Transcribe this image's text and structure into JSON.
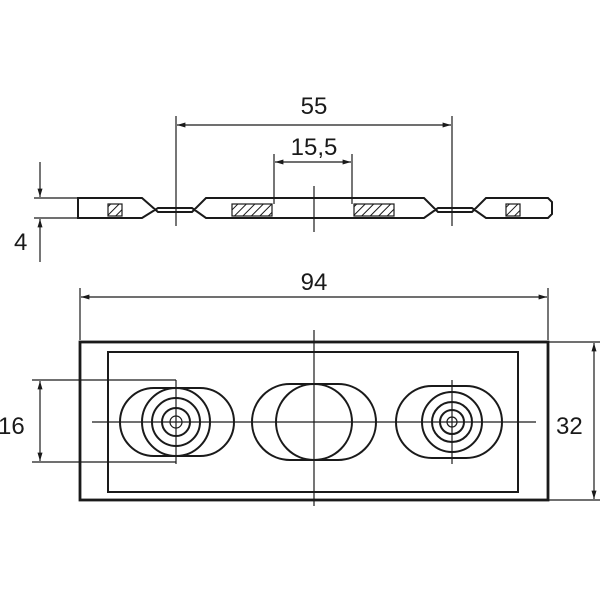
{
  "dimensions": {
    "width_55": "55",
    "width_15_5": "15,5",
    "thickness_4": "4",
    "length_94": "94",
    "height_32": "32",
    "hole_spacing_16": "16"
  }
}
